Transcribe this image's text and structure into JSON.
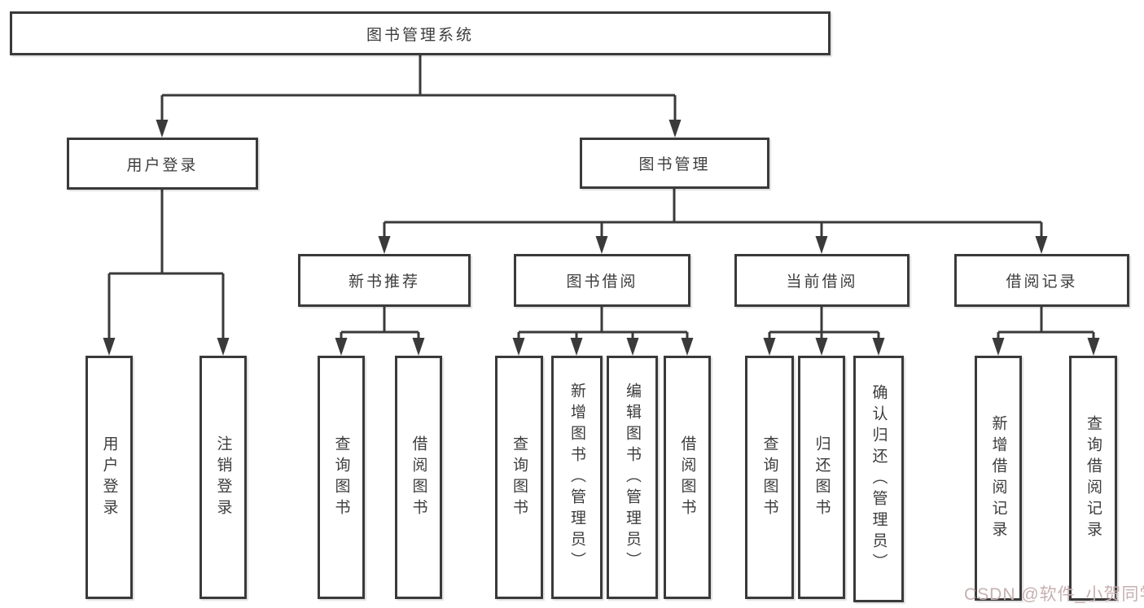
{
  "tree": {
    "label": "图书管理系统",
    "children": [
      {
        "label": "用户登录",
        "children": [
          {
            "label": "用户登录"
          },
          {
            "label": "注销登录"
          }
        ]
      },
      {
        "label": "图书管理",
        "children": [
          {
            "label": "新书推荐",
            "children": [
              {
                "label": "查询图书"
              },
              {
                "label": "借阅图书"
              }
            ]
          },
          {
            "label": "图书借阅",
            "children": [
              {
                "label": "查询图书"
              },
              {
                "label": "新增图书（管理员）"
              },
              {
                "label": "编辑图书（管理员）"
              },
              {
                "label": "借阅图书"
              }
            ]
          },
          {
            "label": "当前借阅",
            "children": [
              {
                "label": "查询图书"
              },
              {
                "label": "归还图书"
              },
              {
                "label": "确认归还（管理员）"
              }
            ]
          },
          {
            "label": "借阅记录",
            "children": [
              {
                "label": "新增借阅记录"
              },
              {
                "label": "查询借阅记录"
              }
            ]
          }
        ]
      }
    ]
  },
  "watermark": {
    "text": "CSDN @软件_小贺同学"
  },
  "colors": {
    "line": "#3a3a3a",
    "box_border": "#3a3a3a",
    "text": "#3d3d3d",
    "watermark": "#c7b0b0",
    "background": "#ffffff"
  }
}
